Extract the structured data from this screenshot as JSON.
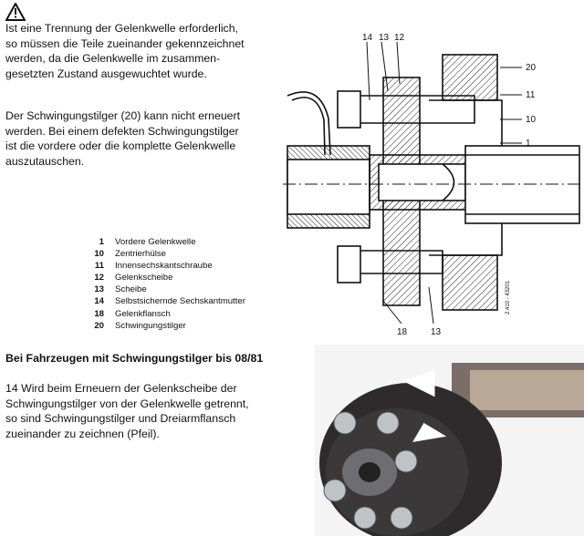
{
  "warning_text": "Ist eine Trennung der Gelenkwelle erforderlich,\nso müssen die Teile zueinander gekennzeichnet\nwerden, da die Gelenkwelle im zusammen-\ngesetzten Zustand ausgewuchtet wurde.",
  "paragraph2": "Der Schwingungstilger (20) kann nicht erneuert\nwerden. Bei einem defekten Schwingungstilger\nist die vordere oder die komplette Gelenkwelle\nauszutauschen.",
  "legend": [
    {
      "num": "1",
      "label": "Vordere Gelenkwelle"
    },
    {
      "num": "10",
      "label": "Zentrierhülse"
    },
    {
      "num": "11",
      "label": "Innensechskantschraube"
    },
    {
      "num": "12",
      "label": "Gelenkscheibe"
    },
    {
      "num": "13",
      "label": "Scheibe"
    },
    {
      "num": "14",
      "label": "Selbstsichernde Sechskantmutter"
    },
    {
      "num": "18",
      "label": "Gelenkflansch"
    },
    {
      "num": "20",
      "label": "Schwingungstilger"
    }
  ],
  "section_heading": "Bei Fahrzeugen mit Schwingungstilger bis\n08/81",
  "paragraph3": "14  Wird beim Erneuern der Gelenkscheibe der\nSchwingungstilger von der Gelenkwelle getrennt,\nso sind Schwingungstilger und Dreiarmflansch\nzueinander zu zeichnen (Pfeil).",
  "drawing": {
    "callouts_top": [
      "14",
      "13",
      "12"
    ],
    "callouts_right": [
      "20",
      "11",
      "10",
      "1"
    ],
    "callouts_bottom": [
      "18",
      "13"
    ],
    "ref_code": "2.410 - 43201"
  },
  "icons": {
    "warning": "warning-triangle-icon"
  }
}
